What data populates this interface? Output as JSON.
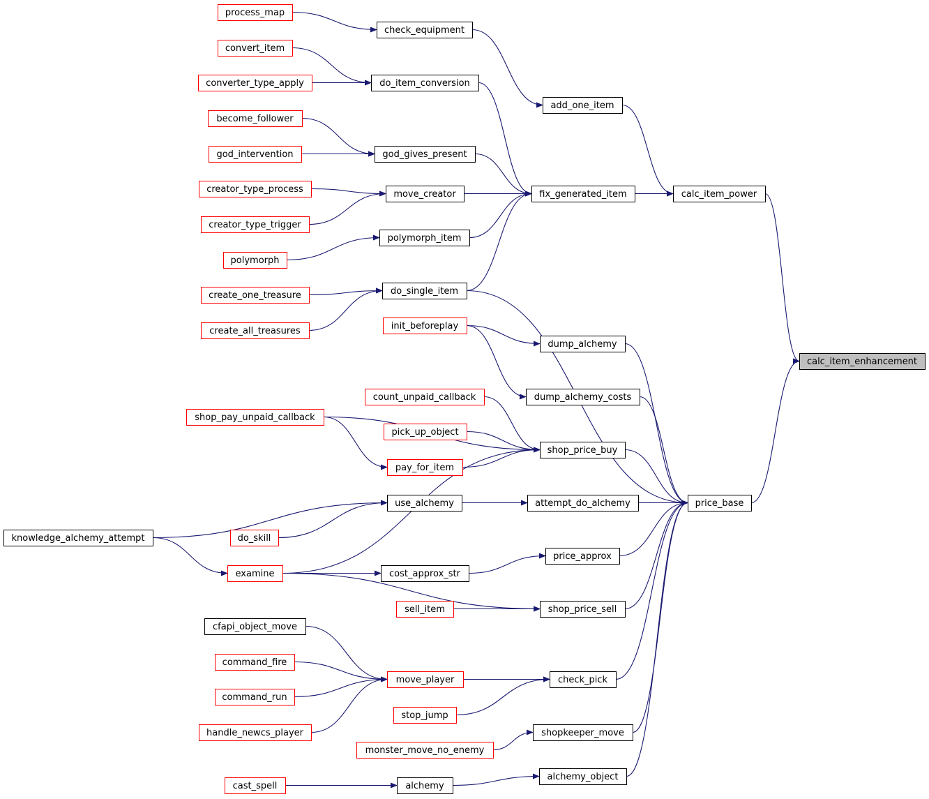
{
  "colors": {
    "edge": "#191970",
    "border_black": "#000000",
    "border_red": "#ff0000",
    "focus_fill": "#bfbfbf"
  },
  "nodes": [
    {
      "id": "calc_item_enhancement",
      "label": "calc_item_enhancement",
      "border": "black",
      "focus": true
    },
    {
      "id": "calc_item_power",
      "label": "calc_item_power",
      "border": "black"
    },
    {
      "id": "price_base",
      "label": "price_base",
      "border": "black"
    },
    {
      "id": "add_one_item",
      "label": "add_one_item",
      "border": "black"
    },
    {
      "id": "fix_generated_item",
      "label": "fix_generated_item",
      "border": "black"
    },
    {
      "id": "dump_alchemy",
      "label": "dump_alchemy",
      "border": "black"
    },
    {
      "id": "dump_alchemy_costs",
      "label": "dump_alchemy_costs",
      "border": "black"
    },
    {
      "id": "shop_price_buy",
      "label": "shop_price_buy",
      "border": "black"
    },
    {
      "id": "attempt_do_alchemy",
      "label": "attempt_do_alchemy",
      "border": "black"
    },
    {
      "id": "price_approx",
      "label": "price_approx",
      "border": "black"
    },
    {
      "id": "shop_price_sell",
      "label": "shop_price_sell",
      "border": "black"
    },
    {
      "id": "check_pick",
      "label": "check_pick",
      "border": "black"
    },
    {
      "id": "shopkeeper_move",
      "label": "shopkeeper_move",
      "border": "black"
    },
    {
      "id": "alchemy_object",
      "label": "alchemy_object",
      "border": "black"
    },
    {
      "id": "check_equipment",
      "label": "check_equipment",
      "border": "black"
    },
    {
      "id": "do_item_conversion",
      "label": "do_item_conversion",
      "border": "black"
    },
    {
      "id": "god_gives_present",
      "label": "god_gives_present",
      "border": "black"
    },
    {
      "id": "move_creator",
      "label": "move_creator",
      "border": "black"
    },
    {
      "id": "polymorph_item",
      "label": "polymorph_item",
      "border": "black"
    },
    {
      "id": "do_single_item",
      "label": "do_single_item",
      "border": "black"
    },
    {
      "id": "init_beforeplay",
      "label": "init_beforeplay",
      "border": "red"
    },
    {
      "id": "count_unpaid_callback",
      "label": "count_unpaid_callback",
      "border": "red"
    },
    {
      "id": "pick_up_object",
      "label": "pick_up_object",
      "border": "red"
    },
    {
      "id": "pay_for_item",
      "label": "pay_for_item",
      "border": "red"
    },
    {
      "id": "use_alchemy",
      "label": "use_alchemy",
      "border": "black"
    },
    {
      "id": "cost_approx_str",
      "label": "cost_approx_str",
      "border": "black"
    },
    {
      "id": "sell_item",
      "label": "sell_item",
      "border": "red"
    },
    {
      "id": "move_player",
      "label": "move_player",
      "border": "red"
    },
    {
      "id": "stop_jump",
      "label": "stop_jump",
      "border": "red"
    },
    {
      "id": "monster_move_no_enemy",
      "label": "monster_move_no_enemy",
      "border": "red"
    },
    {
      "id": "alchemy",
      "label": "alchemy",
      "border": "black"
    },
    {
      "id": "process_map",
      "label": "process_map",
      "border": "red"
    },
    {
      "id": "convert_item",
      "label": "convert_item",
      "border": "red"
    },
    {
      "id": "converter_type_apply",
      "label": "converter_type_apply",
      "border": "red"
    },
    {
      "id": "become_follower",
      "label": "become_follower",
      "border": "red"
    },
    {
      "id": "god_intervention",
      "label": "god_intervention",
      "border": "red"
    },
    {
      "id": "creator_type_process",
      "label": "creator_type_process",
      "border": "red"
    },
    {
      "id": "creator_type_trigger",
      "label": "creator_type_trigger",
      "border": "red"
    },
    {
      "id": "polymorph",
      "label": "polymorph",
      "border": "red"
    },
    {
      "id": "create_one_treasure",
      "label": "create_one_treasure",
      "border": "red"
    },
    {
      "id": "create_all_treasures",
      "label": "create_all_treasures",
      "border": "red"
    },
    {
      "id": "shop_pay_unpaid_callback",
      "label": "shop_pay_unpaid_callback",
      "border": "red"
    },
    {
      "id": "do_skill",
      "label": "do_skill",
      "border": "red"
    },
    {
      "id": "examine",
      "label": "examine",
      "border": "red"
    },
    {
      "id": "knowledge_alchemy_attempt",
      "label": "knowledge_alchemy_attempt",
      "border": "black"
    },
    {
      "id": "cfapi_object_move",
      "label": "cfapi_object_move",
      "border": "black"
    },
    {
      "id": "command_fire",
      "label": "command_fire",
      "border": "red"
    },
    {
      "id": "command_run",
      "label": "command_run",
      "border": "red"
    },
    {
      "id": "handle_newcs_player",
      "label": "handle_newcs_player",
      "border": "red"
    },
    {
      "id": "cast_spell",
      "label": "cast_spell",
      "border": "red"
    }
  ],
  "edges": [
    [
      "calc_item_power",
      "calc_item_enhancement"
    ],
    [
      "price_base",
      "calc_item_enhancement"
    ],
    [
      "add_one_item",
      "calc_item_power"
    ],
    [
      "fix_generated_item",
      "calc_item_power"
    ],
    [
      "check_equipment",
      "add_one_item"
    ],
    [
      "process_map",
      "check_equipment"
    ],
    [
      "do_item_conversion",
      "fix_generated_item"
    ],
    [
      "god_gives_present",
      "fix_generated_item"
    ],
    [
      "move_creator",
      "fix_generated_item"
    ],
    [
      "polymorph_item",
      "fix_generated_item"
    ],
    [
      "do_single_item",
      "fix_generated_item"
    ],
    [
      "convert_item",
      "do_item_conversion"
    ],
    [
      "converter_type_apply",
      "do_item_conversion"
    ],
    [
      "become_follower",
      "god_gives_present"
    ],
    [
      "god_intervention",
      "god_gives_present"
    ],
    [
      "creator_type_process",
      "move_creator"
    ],
    [
      "creator_type_trigger",
      "move_creator"
    ],
    [
      "polymorph",
      "polymorph_item"
    ],
    [
      "create_one_treasure",
      "do_single_item"
    ],
    [
      "create_all_treasures",
      "do_single_item"
    ],
    [
      "do_single_item",
      "price_base"
    ],
    [
      "dump_alchemy",
      "price_base"
    ],
    [
      "dump_alchemy_costs",
      "price_base"
    ],
    [
      "shop_price_buy",
      "price_base"
    ],
    [
      "attempt_do_alchemy",
      "price_base"
    ],
    [
      "price_approx",
      "price_base"
    ],
    [
      "shop_price_sell",
      "price_base"
    ],
    [
      "check_pick",
      "price_base"
    ],
    [
      "shopkeeper_move",
      "price_base"
    ],
    [
      "alchemy_object",
      "price_base"
    ],
    [
      "init_beforeplay",
      "dump_alchemy"
    ],
    [
      "init_beforeplay",
      "dump_alchemy_costs"
    ],
    [
      "shop_pay_unpaid_callback",
      "shop_price_buy"
    ],
    [
      "count_unpaid_callback",
      "shop_price_buy"
    ],
    [
      "pick_up_object",
      "shop_price_buy"
    ],
    [
      "pay_for_item",
      "shop_price_buy"
    ],
    [
      "examine",
      "shop_price_buy"
    ],
    [
      "shop_pay_unpaid_callback",
      "pay_for_item"
    ],
    [
      "use_alchemy",
      "attempt_do_alchemy"
    ],
    [
      "knowledge_alchemy_attempt",
      "use_alchemy"
    ],
    [
      "do_skill",
      "use_alchemy"
    ],
    [
      "knowledge_alchemy_attempt",
      "examine"
    ],
    [
      "examine",
      "cost_approx_str"
    ],
    [
      "cost_approx_str",
      "price_approx"
    ],
    [
      "examine",
      "shop_price_sell"
    ],
    [
      "sell_item",
      "shop_price_sell"
    ],
    [
      "move_player",
      "check_pick"
    ],
    [
      "stop_jump",
      "check_pick"
    ],
    [
      "cfapi_object_move",
      "move_player"
    ],
    [
      "command_fire",
      "move_player"
    ],
    [
      "command_run",
      "move_player"
    ],
    [
      "handle_newcs_player",
      "move_player"
    ],
    [
      "monster_move_no_enemy",
      "shopkeeper_move"
    ],
    [
      "alchemy",
      "alchemy_object"
    ],
    [
      "cast_spell",
      "alchemy"
    ]
  ]
}
